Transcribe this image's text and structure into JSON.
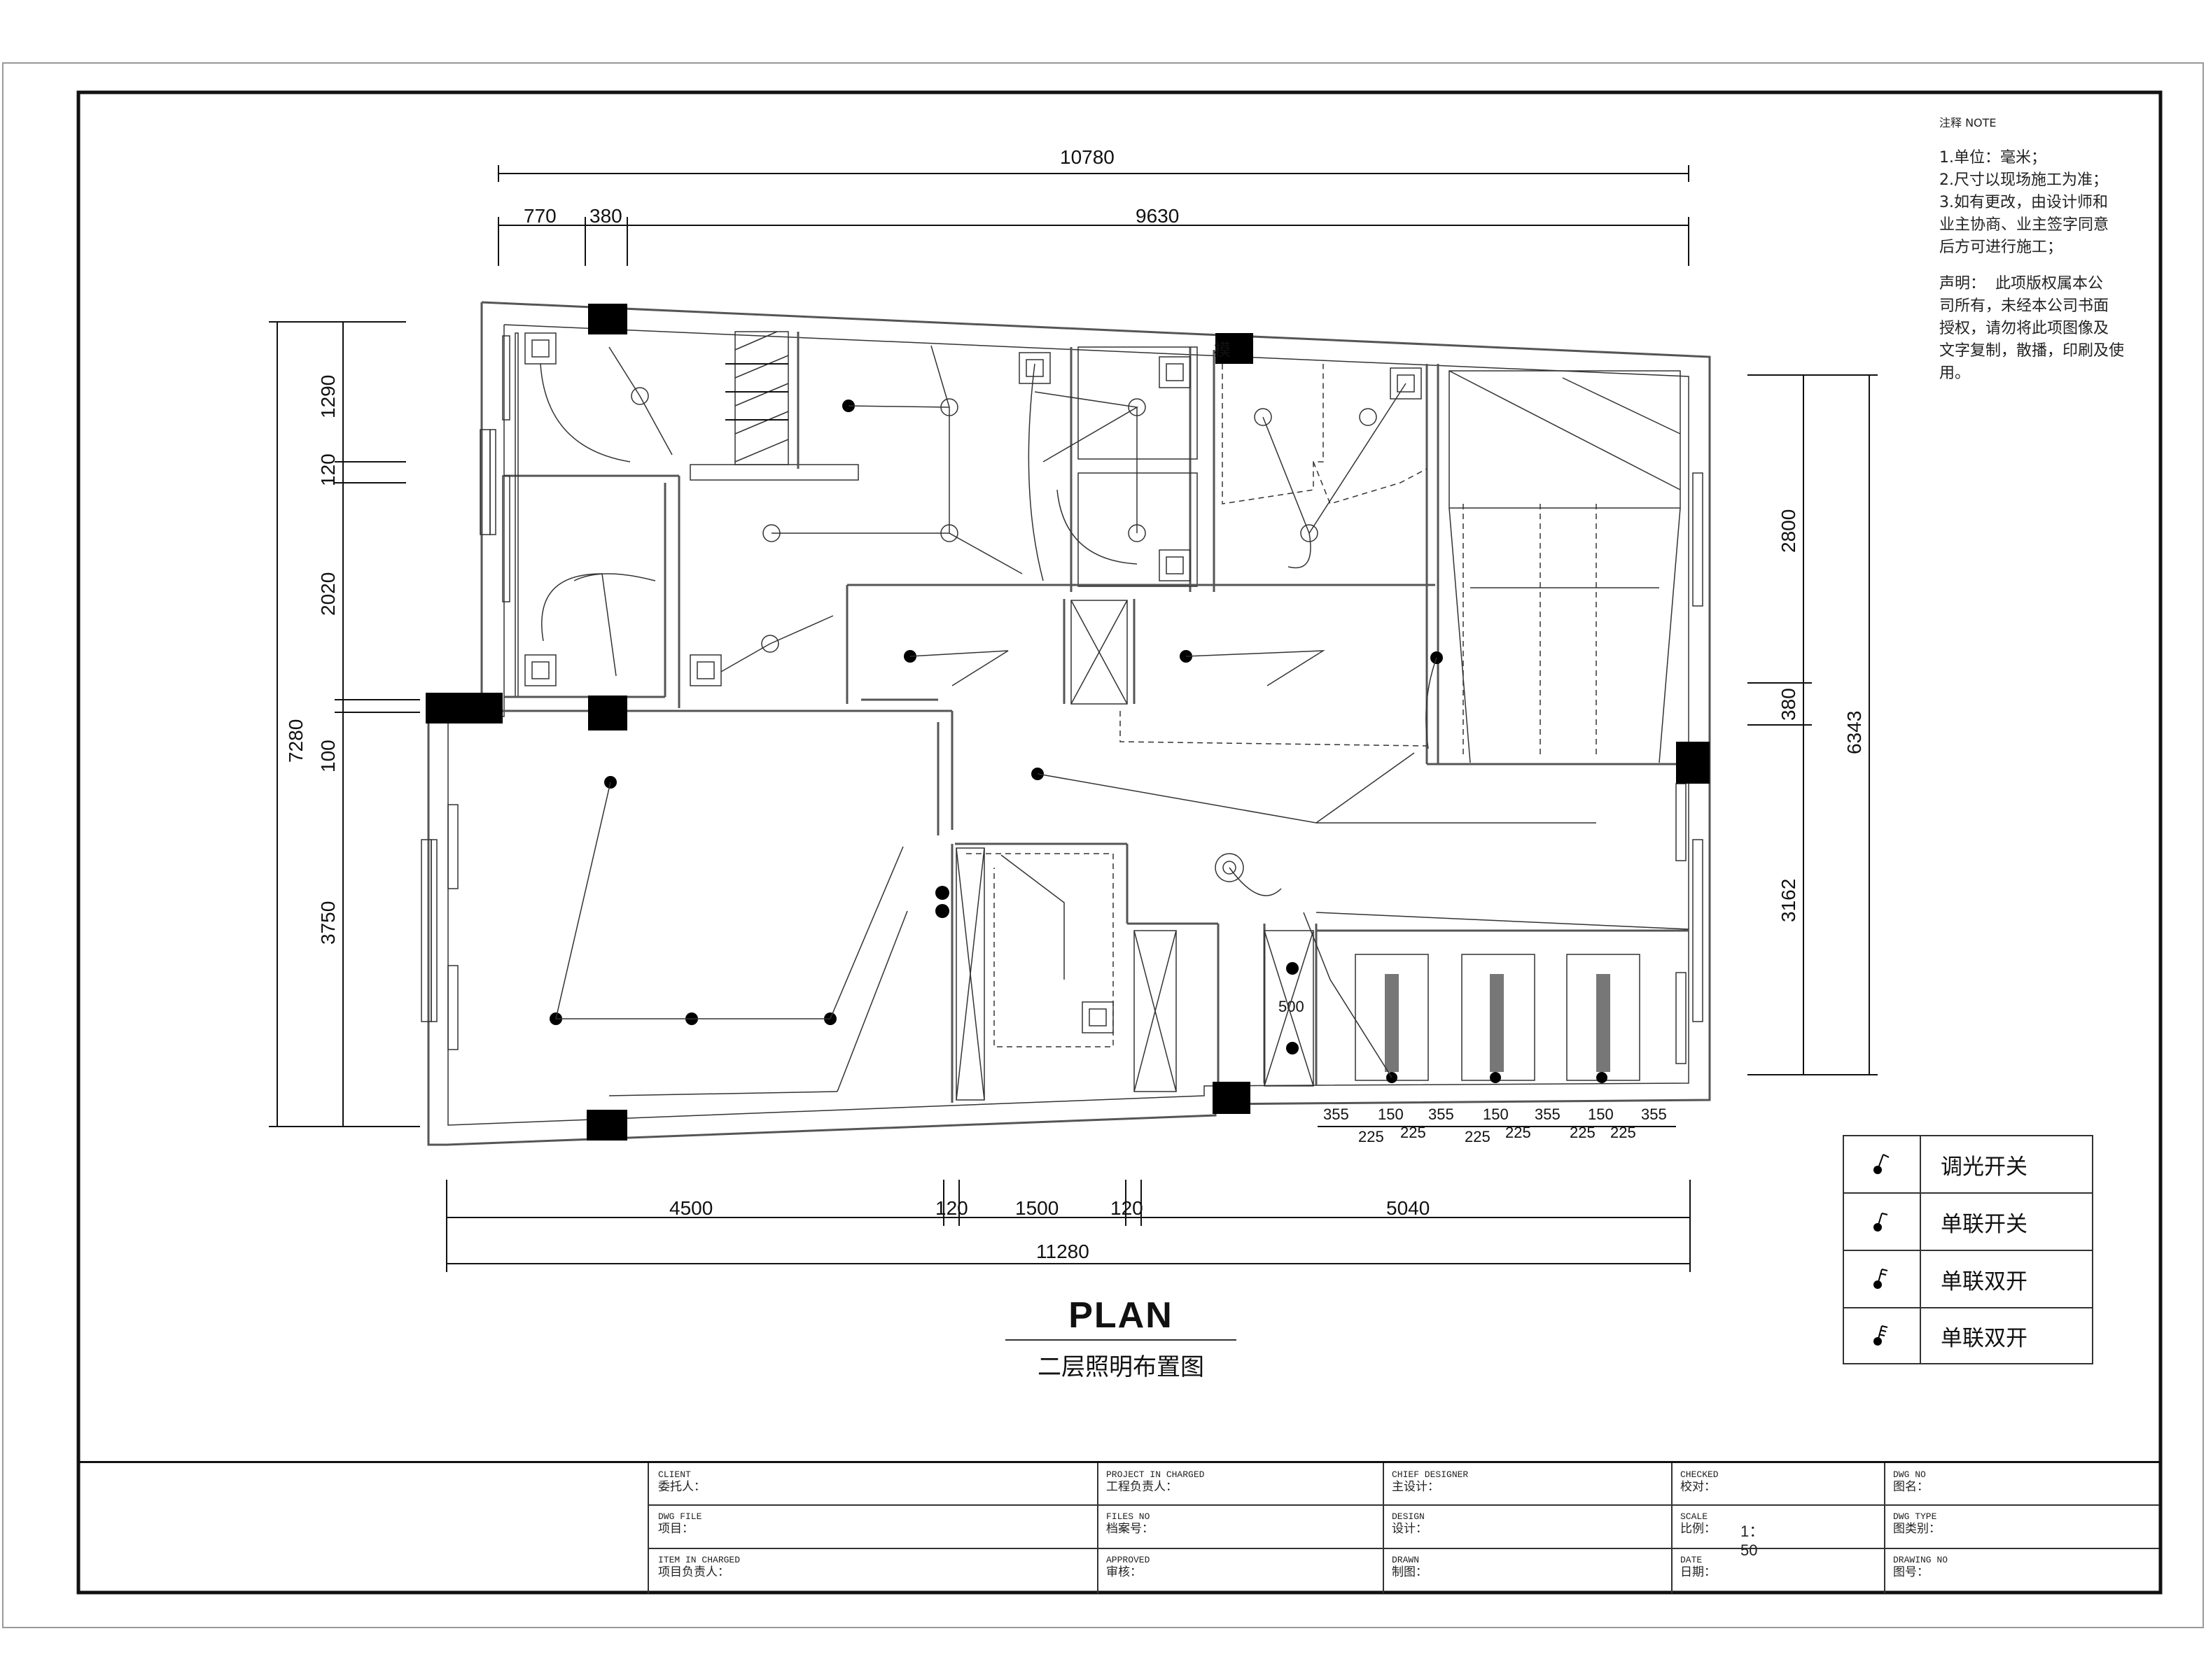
{
  "dimensions": {
    "top_total": "10780",
    "top_segments": [
      "770",
      "380",
      "9630"
    ],
    "left_total": "7280",
    "left_segments": [
      "1290",
      "120",
      "2020",
      "100",
      "3750"
    ],
    "right_total": "6343",
    "right_segments": [
      "2800",
      "380",
      "3162"
    ],
    "bottom_total": "11280",
    "bottom_segments": [
      "4500",
      "120",
      "1500",
      "120",
      "5040"
    ],
    "detail_row_top": [
      "355",
      "150",
      "355",
      "150",
      "355",
      "150",
      "355"
    ],
    "detail_row_bottom": [
      "225",
      "225",
      "225",
      "225",
      "225",
      "225"
    ],
    "inner_dim": "500"
  },
  "notes": {
    "header": "注释      NOTE",
    "items": [
      "1.单位：毫米；",
      "2.尺寸以现场施工为准；",
      "3.如有更改，由设计师和\n业主协商、业主签字同意\n后方可进行施工；"
    ],
    "declaration": "声明：  此项版权属本公\n司所有，未经本公司书面\n授权，请勿将此项图像及\n文字复制，散播，印刷及使\n用。"
  },
  "watermark": "模",
  "legend": [
    {
      "symbol": "dimmer-switch-icon",
      "glyph": "𝆎",
      "label": "调光开关"
    },
    {
      "symbol": "single-switch-icon",
      "glyph": "𝆎",
      "label": "单联开关"
    },
    {
      "symbol": "double-switch-icon",
      "glyph": "𝆎",
      "label": "单联双开"
    },
    {
      "symbol": "double-switch-icon-2",
      "glyph": "𝆎",
      "label": "单联双开"
    }
  ],
  "caption": {
    "title": "PLAN",
    "subtitle": "二层照明布置图"
  },
  "title_block": {
    "client_en": "CLIENT",
    "client_zh": "委托人：",
    "project_charge_en": "PROJECT IN CHARGED",
    "project_charge_zh": "工程负责人：",
    "chief_designer_en": "CHIEF DESIGNER",
    "chief_designer_zh": "主设计：",
    "checked_en": "CHECKED",
    "checked_zh": "校对：",
    "dwg_no_en": "DWG NO",
    "dwg_no_zh": "图名：",
    "dwg_file_en": "DWG FILE",
    "dwg_file_zh": "项目：",
    "files_no_en": "FILES NO",
    "files_no_zh": "档案号：",
    "design_en": "DESIGN",
    "design_zh": "设计：",
    "scale_en": "SCALE",
    "scale_zh": "比例：",
    "scale_value": "1：50",
    "dwg_type_en": "DWG TYPE",
    "dwg_type_zh": "图类别：",
    "item_charge_en": "ITEM IN CHARGED",
    "item_charge_zh": "项目负责人：",
    "approved_en": "APPROVED",
    "approved_zh": "审核：",
    "drawn_en": "DRAWN",
    "drawn_zh": "制图：",
    "date_en": "DATE",
    "date_zh": "日期：",
    "drawing_no_en": "DRAWING NO",
    "drawing_no_zh": "图号："
  }
}
